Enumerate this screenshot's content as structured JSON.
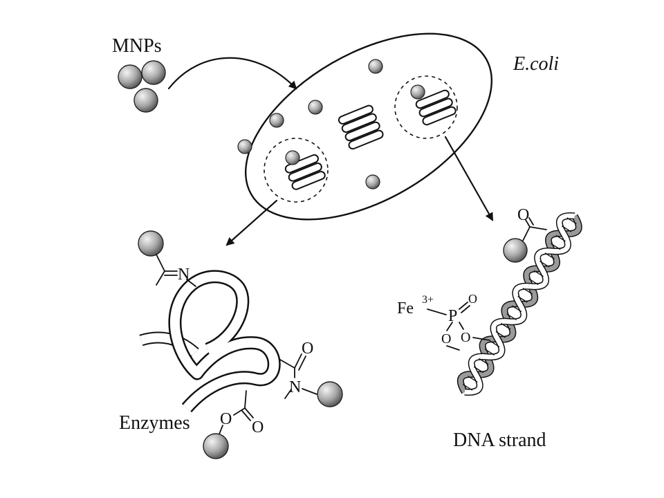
{
  "labels": {
    "mnps": "MNPs",
    "ecoli": "E.coli",
    "enzymes": "Enzymes",
    "dna_strand": "DNA strand",
    "imine_n": "N",
    "amide_o": "O",
    "amide_n": "N",
    "ester_o1": "O",
    "ester_o2": "O",
    "carbonyl_o": "O",
    "fe": "Fe",
    "fe_charge": "3+",
    "phosphorus": "P",
    "phosphate_o_top": "O",
    "phosphate_o_left": "O",
    "phosphate_o_right": "O"
  },
  "colors": {
    "line": "#111111",
    "background": "#ffffff",
    "sphere_light": "#f4f4f4",
    "sphere_dark": "#5a5a5a"
  }
}
